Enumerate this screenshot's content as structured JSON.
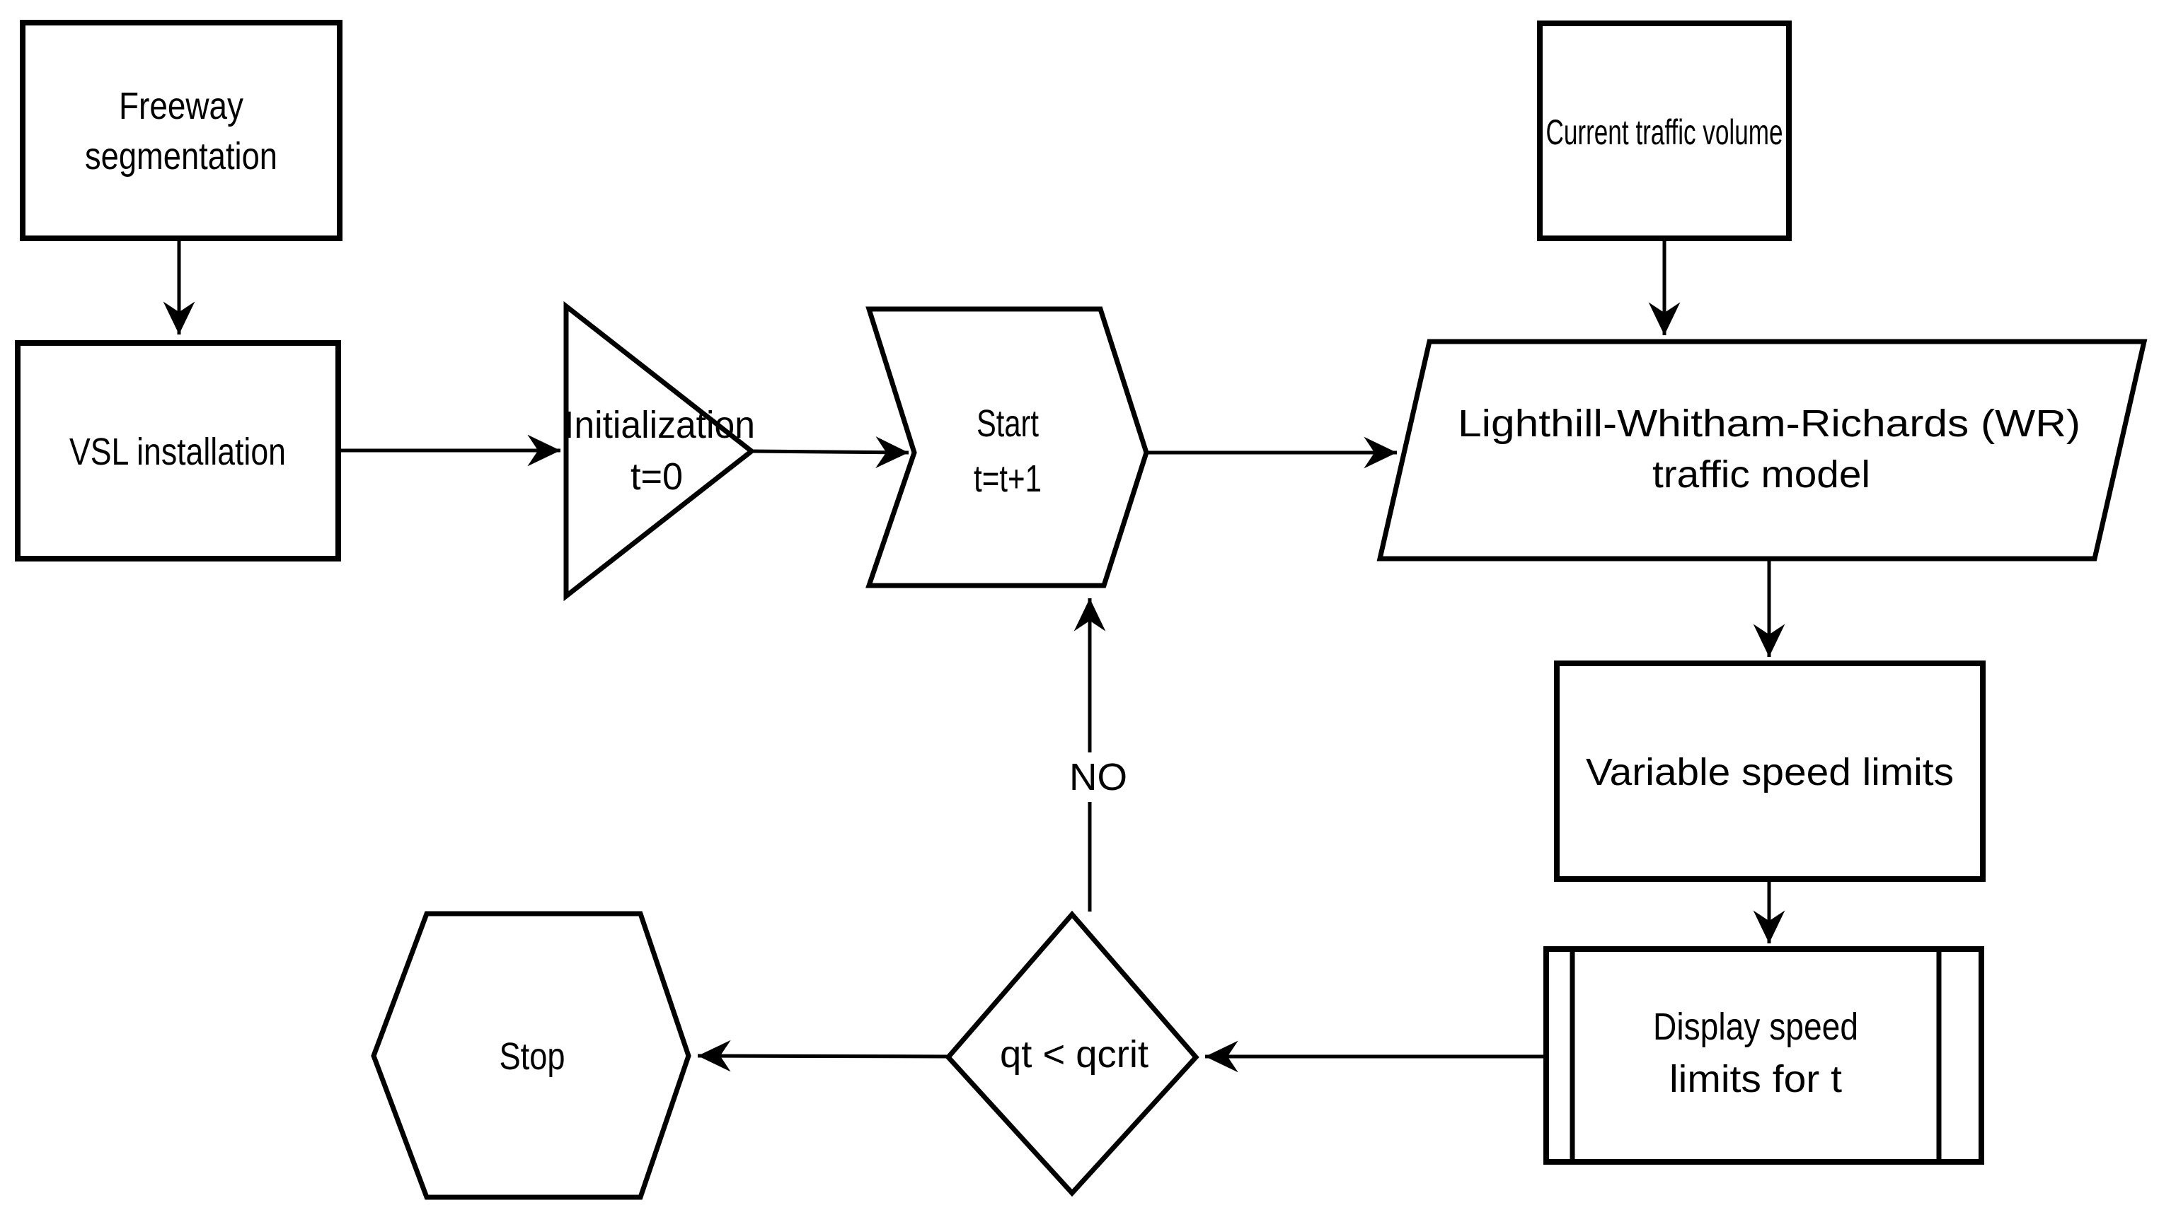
{
  "diagram": {
    "background_color": "#ffffff",
    "stroke_color": "#000000",
    "text_color": "#000000"
  },
  "nodes": {
    "freeway_segmentation": {
      "shape": "rectangle",
      "line1": "Freeway",
      "line2": "segmentation"
    },
    "vsl_installation": {
      "shape": "rectangle",
      "line1": "VSL installation"
    },
    "initialization": {
      "shape": "triangle",
      "line1": "Initialization",
      "line2": "t=0"
    },
    "start": {
      "shape": "chevron-loop",
      "line1": "Start",
      "line2": "t=t+1"
    },
    "current_traffic_volume": {
      "shape": "rectangle",
      "line1": "Current traffic volume"
    },
    "lwr_traffic_model": {
      "shape": "parallelogram",
      "line1": "Lighthill-Whitham-Richards (WR)",
      "line2": "traffic model"
    },
    "variable_speed_limits": {
      "shape": "rectangle",
      "line1": "Variable speed limits"
    },
    "display_speed_limits": {
      "shape": "predefined-process",
      "line1": "Display speed",
      "line2": "limits for t"
    },
    "congestion_check": {
      "shape": "decision-diamond",
      "line1": "qt < qcrit"
    },
    "stop": {
      "shape": "terminator-hexagon",
      "line1": "Stop"
    }
  },
  "edge_labels": {
    "no": "NO"
  }
}
